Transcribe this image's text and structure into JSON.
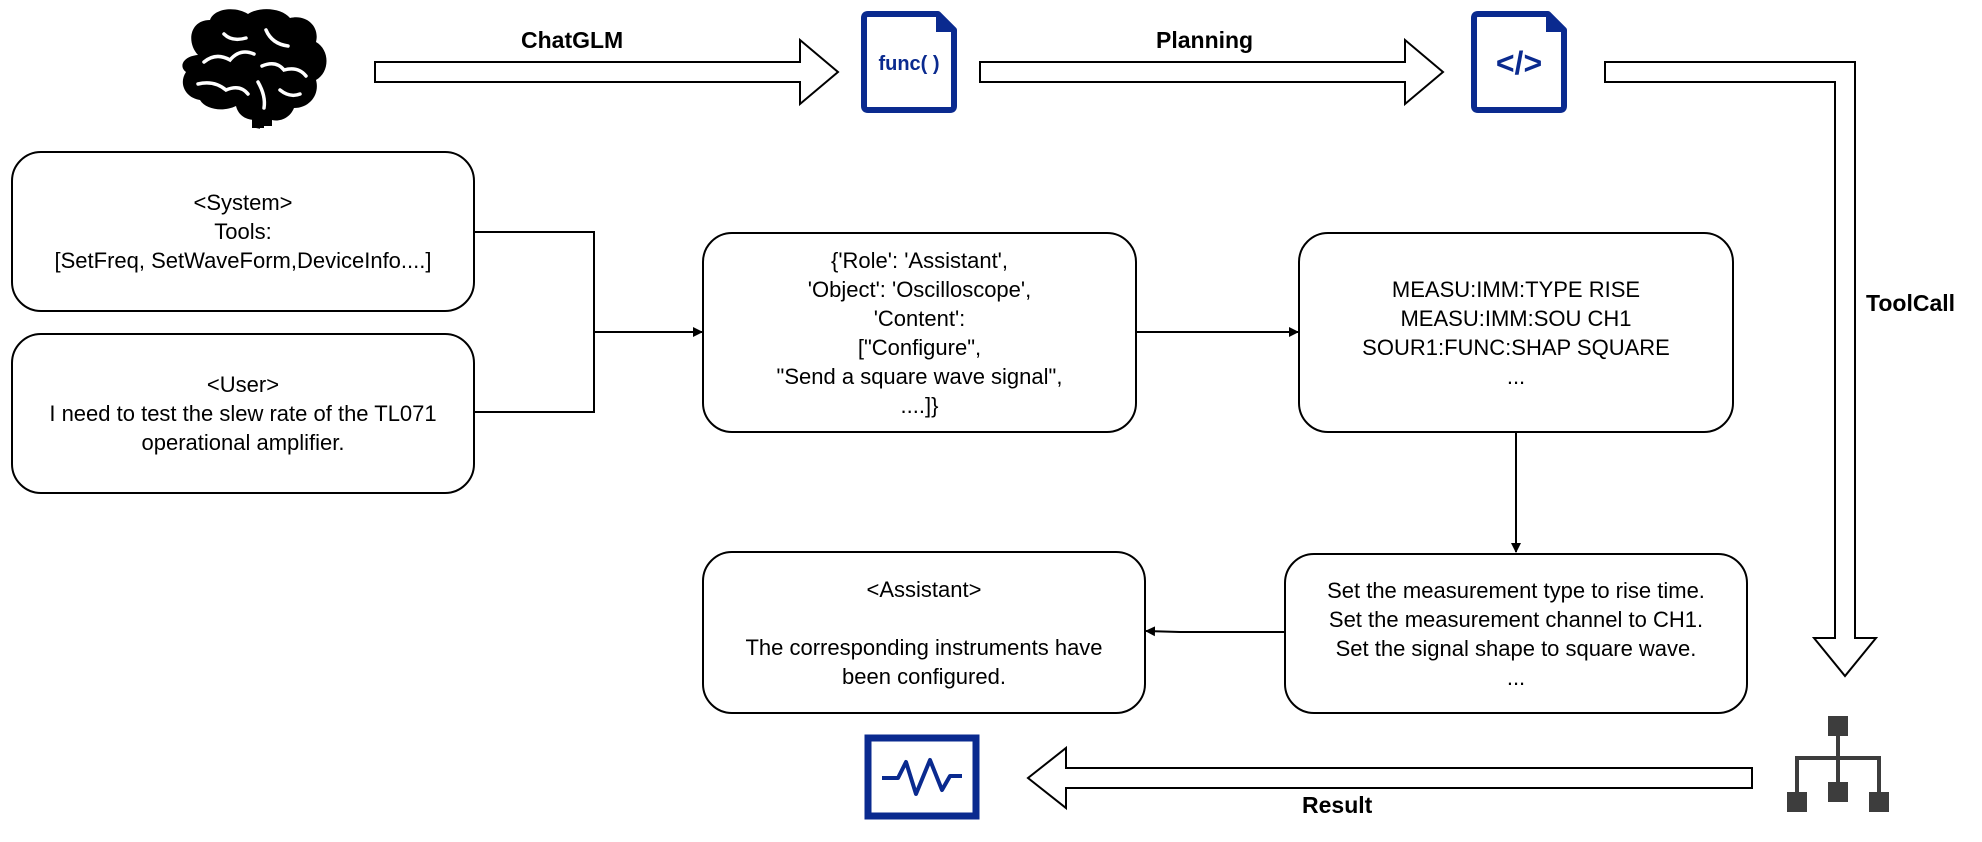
{
  "labels": {
    "chatglm": "ChatGLM",
    "planning": "Planning",
    "toolcall": "ToolCall",
    "result": "Result"
  },
  "nodes": {
    "system": {
      "lines": [
        "<System>",
        "Tools:",
        "[SetFreq, SetWaveForm,DeviceInfo....]"
      ]
    },
    "user": {
      "lines": [
        "<User>",
        "I need to test the slew rate of the TL071",
        "operational amplifier."
      ]
    },
    "message": {
      "lines": [
        "{'Role': 'Assistant',",
        "'Object': 'Oscilloscope',",
        "'Content':",
        "[\"Configure\",",
        "\"Send a square wave signal\",",
        "....]}"
      ]
    },
    "commands": {
      "lines": [
        "MEASU:IMM:TYPE RISE",
        "MEASU:IMM:SOU CH1",
        "SOUR1:FUNC:SHAP SQUARE",
        "..."
      ]
    },
    "explanation": {
      "lines": [
        "Set the measurement type to rise time.",
        "Set the measurement channel to CH1.",
        "Set the signal shape to square wave.",
        "..."
      ]
    },
    "assistant": {
      "heading": "<Assistant>",
      "lines": [
        "The corresponding instruments have",
        "been configured."
      ]
    }
  },
  "icons": {
    "func_text": "func( )",
    "code_text": "</>",
    "brand_blue": "#0a2a8f"
  },
  "colors": {
    "line": "#000000",
    "icon_dark": "#3d3d3d"
  }
}
